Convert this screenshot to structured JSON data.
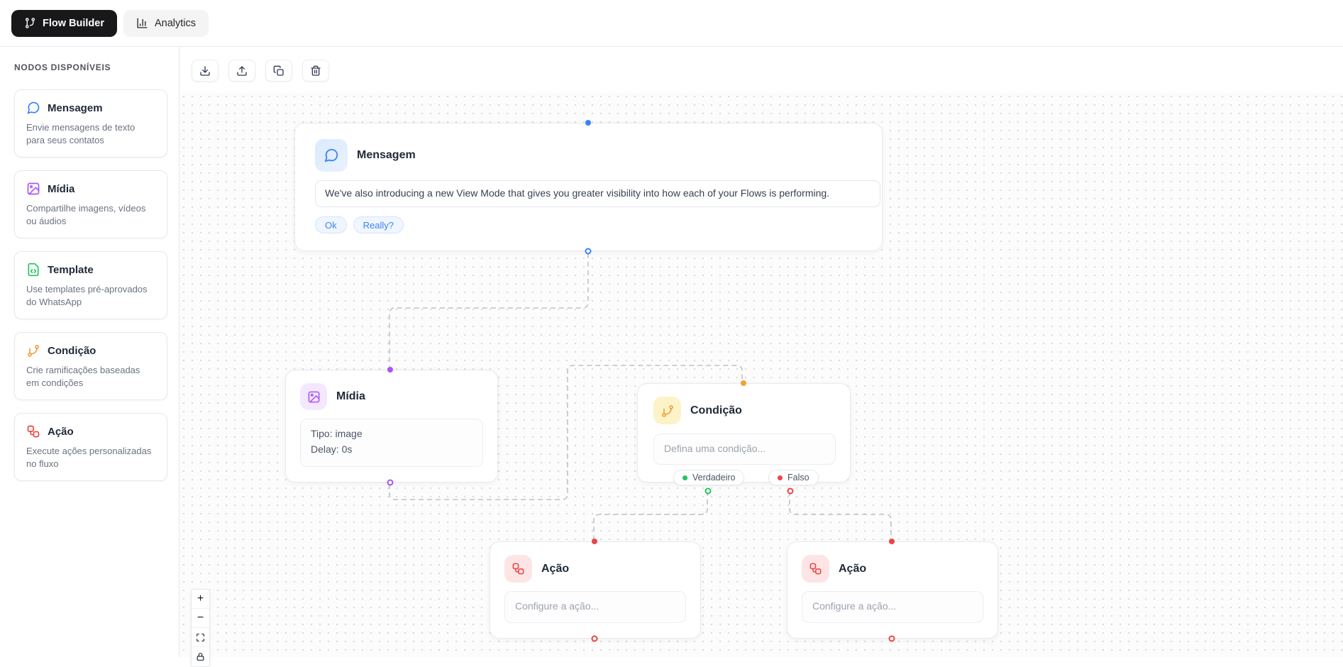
{
  "topbar": {
    "flow_builder_label": "Flow Builder",
    "analytics_label": "Analytics"
  },
  "sidebar": {
    "title": "NODOS DISPONÍVEIS",
    "items": [
      {
        "label": "Mensagem",
        "description": "Envie mensagens de texto para seus contatos",
        "color": "#3b82f6"
      },
      {
        "label": "Mídia",
        "description": "Compartilhe imagens, vídeos ou áudios",
        "color": "#a855f7"
      },
      {
        "label": "Template",
        "description": "Use templates pré-aprovados do WhatsApp",
        "color": "#22c55e"
      },
      {
        "label": "Condição",
        "description": "Crie ramificações baseadas em condições",
        "color": "#f0a13a"
      },
      {
        "label": "Ação",
        "description": "Execute ações personalizadas no fluxo",
        "color": "#ef4444"
      }
    ]
  },
  "toolbar": {
    "icons": [
      "download",
      "upload",
      "copy",
      "trash"
    ]
  },
  "flow": {
    "mensagem": {
      "title": "Mensagem",
      "message": "We've also introducing a new View Mode that gives you greater visibility into how each of your Flows is performing.",
      "quick_replies": [
        "Ok",
        "Really?"
      ]
    },
    "midia": {
      "title": "Mídia",
      "type_line": "Tipo: image",
      "delay_line": "Delay: 0s"
    },
    "condicao": {
      "title": "Condição",
      "placeholder": "Defina uma condição...",
      "true_label": "Verdadeiro",
      "false_label": "Falso"
    },
    "acao_left": {
      "title": "Ação",
      "placeholder": "Configure a ação..."
    },
    "acao_right": {
      "title": "Ação",
      "placeholder": "Configure a ação..."
    }
  },
  "controls": {
    "zoom_in": "+",
    "zoom_out": "−"
  },
  "colors": {
    "mensagem": "#3b82f6",
    "midia": "#a855f7",
    "condicao": "#f0a13a",
    "acao": "#ef4444",
    "true_dot": "#22c55e",
    "false_dot": "#ef4444"
  }
}
